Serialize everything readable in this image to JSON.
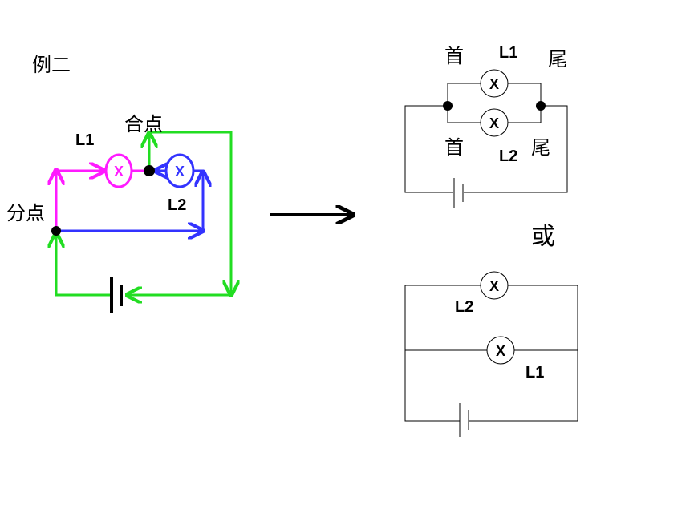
{
  "title": "例二",
  "left_circuit": {
    "split_point_label": "分点",
    "join_point_label": "合点",
    "l1_label": "L1",
    "l2_label": "L2",
    "lamp_symbol": "X",
    "colors": {
      "l1_branch": "#ff1aff",
      "l2_branch": "#3333ff",
      "main_loop": "#22dd22"
    }
  },
  "right_top": {
    "head_top_label": "首",
    "tail_top_label": "尾",
    "l1_label": "L1",
    "head_bottom_label": "首",
    "tail_bottom_label": "尾",
    "l2_label": "L2",
    "lamp_symbol": "X"
  },
  "or_label": "或",
  "right_bottom": {
    "l2_label": "L2",
    "l1_label": "L1",
    "lamp_symbol": "X"
  }
}
